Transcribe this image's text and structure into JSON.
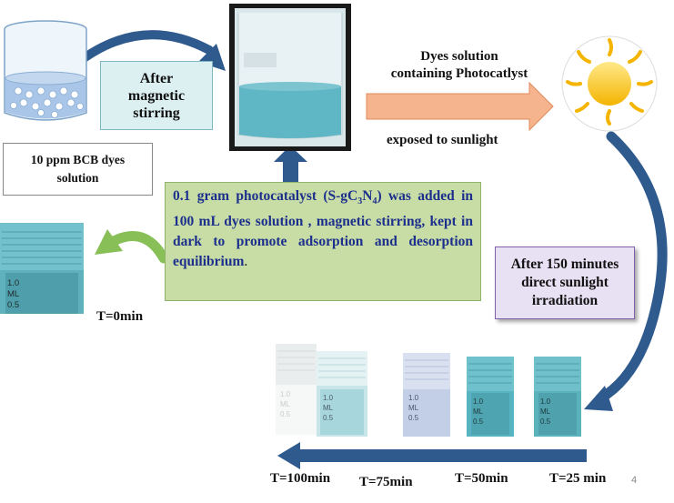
{
  "labels": {
    "after_stirring": [
      "After",
      "magnetic",
      "stirring"
    ],
    "bcb_solution": [
      "10 ppm BCB dyes",
      "solution"
    ],
    "dyes_solution": [
      "Dyes solution",
      "containing Photocatlyst"
    ],
    "exposed": "exposed to sunlight",
    "irradiation": [
      "After 150 minutes",
      "direct sunlight",
      "irradiation"
    ],
    "t0": "T=0min",
    "t100": "T=100min",
    "t75": "T=75min",
    "t50": "T=50min",
    "t25": "T=25 min",
    "slide_number": "4",
    "vial_marks": [
      "1.0",
      "ML",
      "0.5"
    ]
  },
  "photocatalyst_text": {
    "pre": "0.1 gram photocatalyst (S-gC",
    "sub1": "3",
    "mid": "N",
    "sub2": "4",
    "post": ") was added in 100 mL dyes solution , magnetic stirring, kept in dark to promote adsorption and desorption ",
    "tail": "equilibrium",
    "end": "."
  },
  "colors": {
    "arrow_blue": "#2f5a8e",
    "arrow_orange": "#f5b38e",
    "arrow_green": "#88c057",
    "solution": "#5fb6c4",
    "green_box_text": "#1c2f8c"
  }
}
